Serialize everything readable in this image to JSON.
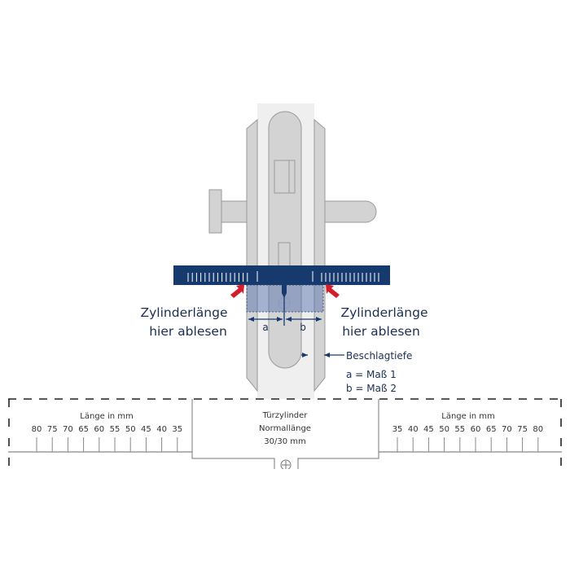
{
  "colors": {
    "ruler": "#173a6e",
    "shade": "#4a67a8",
    "arrow_red": "#d31d2b",
    "text": "#1b2f52"
  },
  "labels": {
    "left_read": [
      "Zylinderlänge",
      "hier ablesen"
    ],
    "right_read": [
      "Zylinderlänge",
      "hier ablesen"
    ],
    "a": "a",
    "b": "b",
    "beschlagtiefe": "Beschlagtiefe",
    "legend_a": "a = Maß 1",
    "legend_b": "b = Maß 2"
  },
  "scale": {
    "left_title": "Länge in mm",
    "right_title": "Länge in mm",
    "left_values": [
      "80",
      "75",
      "70",
      "65",
      "60",
      "55",
      "50",
      "45",
      "40",
      "35"
    ],
    "right_values": [
      "35",
      "40",
      "45",
      "50",
      "55",
      "60",
      "65",
      "70",
      "75",
      "80"
    ],
    "center": [
      "Türzylinder",
      "Normallänge",
      "30/30 mm"
    ]
  }
}
